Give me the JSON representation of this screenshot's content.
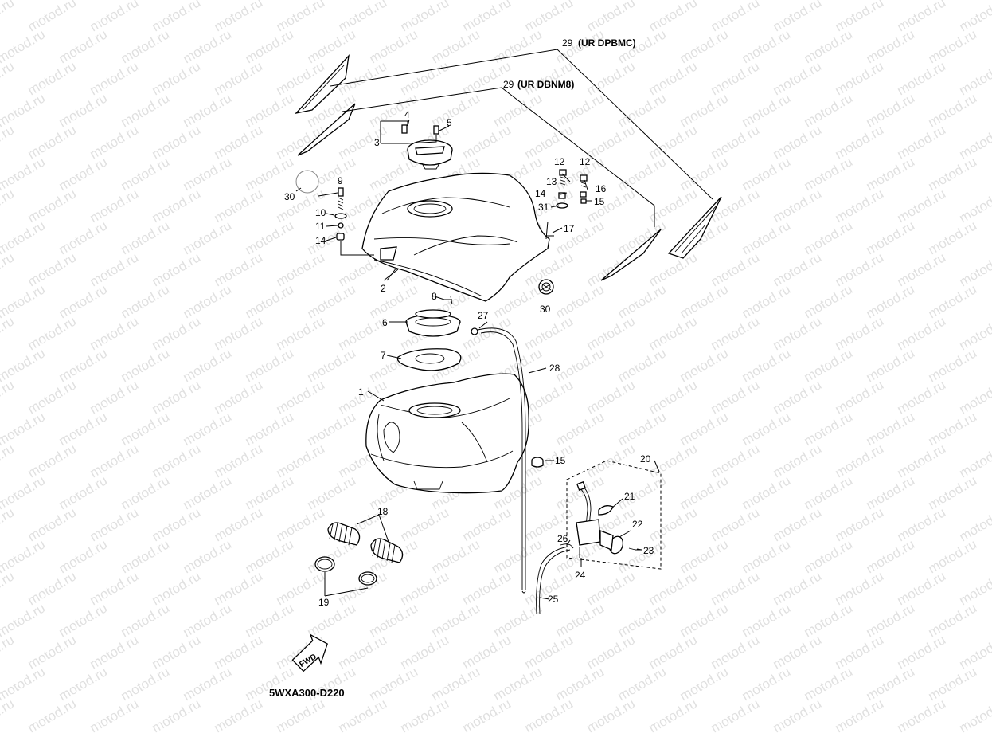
{
  "watermark": {
    "text": "motod.ru"
  },
  "diagram_code": "5WXA300-D220",
  "fwd_label": "FWD",
  "callouts": {
    "c1": "1",
    "c2": "2",
    "c3": "3",
    "c4": "4",
    "c5": "5",
    "c6": "6",
    "c7": "7",
    "c8": "8",
    "c9": "9",
    "c10": "10",
    "c11": "11",
    "c12a": "12",
    "c12b": "12",
    "c13": "13",
    "c14a": "14",
    "c14b": "14",
    "c15a": "15",
    "c15b": "15",
    "c16": "16",
    "c17": "17",
    "c18": "18",
    "c19": "19",
    "c20": "20",
    "c21": "21",
    "c22": "22",
    "c23": "23",
    "c24": "24",
    "c25": "25",
    "c26": "26",
    "c27": "27",
    "c28": "28",
    "c29a": "29",
    "c29a_note": "(UR DPBMC)",
    "c29b": "29",
    "c29b_note": "(UR DBNM8)",
    "c30a": "30",
    "c30b": "30",
    "c31": "31"
  }
}
